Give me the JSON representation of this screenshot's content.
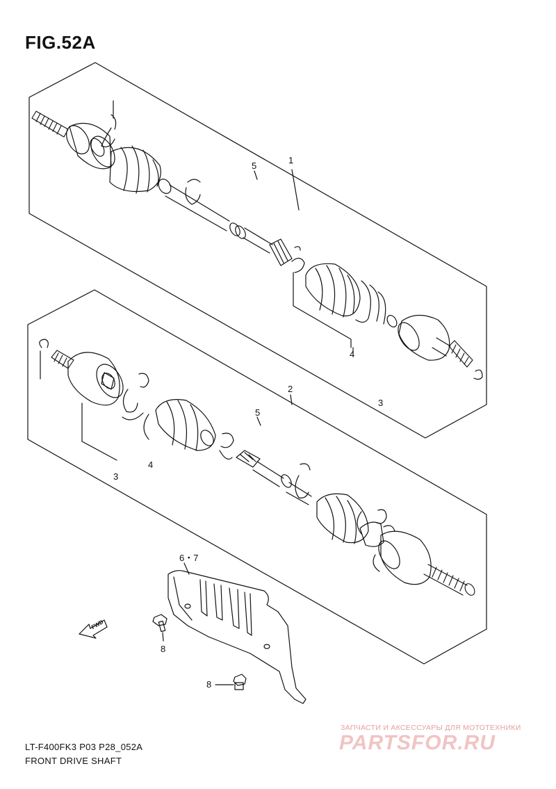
{
  "figure": {
    "title": "FIG.52A"
  },
  "callouts": {
    "c1": "1",
    "c5_top": "5",
    "c4_top": "4",
    "c3_top": "3",
    "c2": "2",
    "c5_mid": "5",
    "c4_mid": "4",
    "c3_mid": "3",
    "c67": "6・7",
    "c8a": "8",
    "c8b": "8"
  },
  "fwd_arrow": {
    "label": "FWD"
  },
  "footer": {
    "model_code": "LT-F400FK3 P03 P28_052A",
    "section_name": "FRONT DRIVE SHAFT"
  },
  "watermark": {
    "tagline": "ЗАПЧАСТИ И АКСЕССУАРЫ ДЛЯ МОТОТЕХНИКИ",
    "logo": "PARTSFOR.RU"
  },
  "colors": {
    "line": "#111111",
    "background": "#ffffff",
    "watermark": "#e9a8a8"
  }
}
